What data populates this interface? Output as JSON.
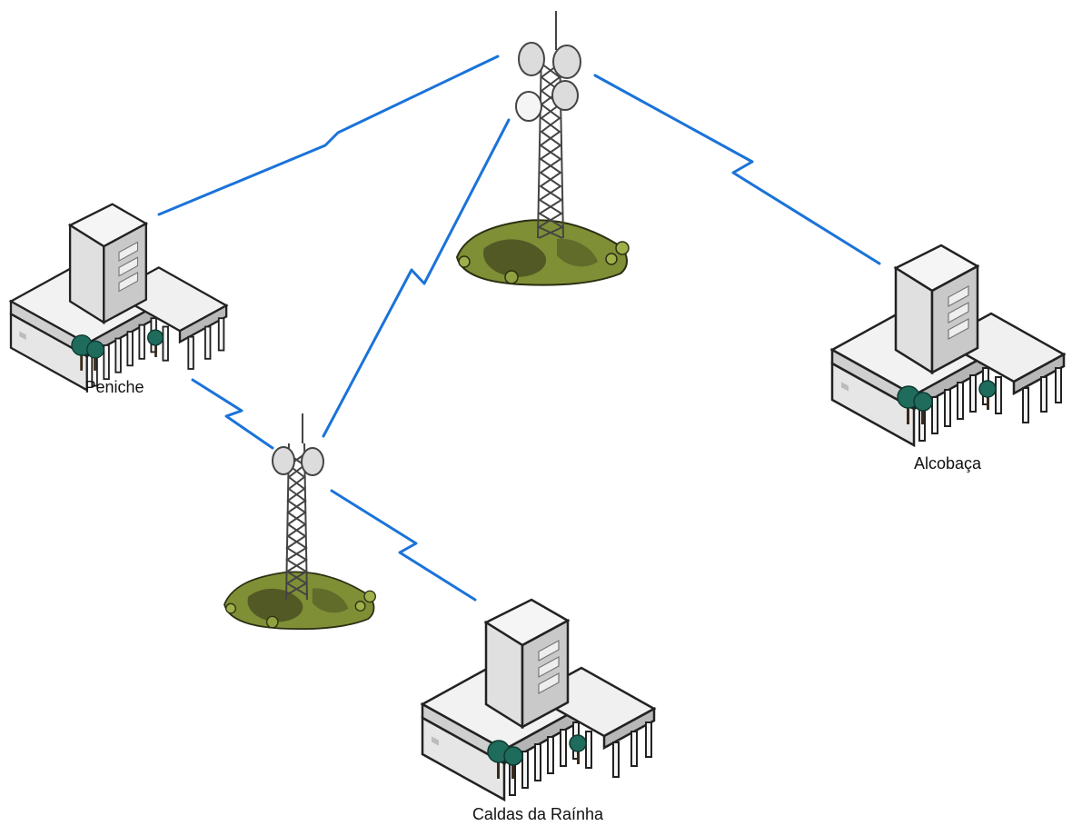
{
  "sites": [
    {
      "name": "Peniche"
    },
    {
      "name": "Alcobaça"
    },
    {
      "name": "Caldas da Raínha"
    }
  ],
  "colors": {
    "link": "#1a73d9",
    "building_light": "#eeeeee",
    "building_mid": "#cfcfcf",
    "building_dark": "#a8a8a8",
    "hill_light": "#8a9a3c",
    "hill_dark": "#3b3f1e",
    "tree": "#1f6b5c"
  }
}
